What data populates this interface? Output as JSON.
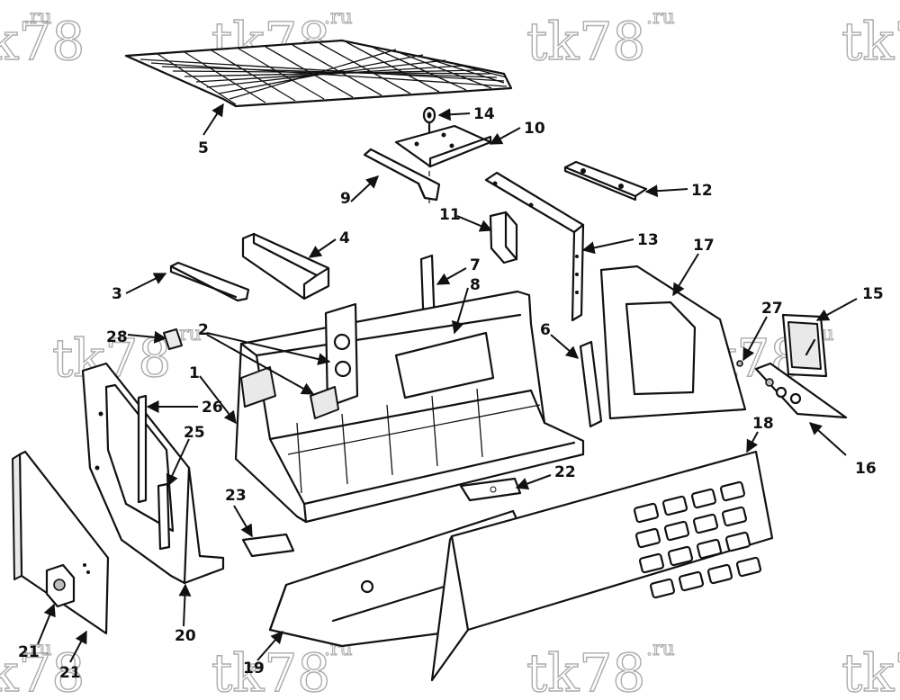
{
  "watermark": {
    "text": "tk78",
    "suffix": ".ru"
  },
  "callouts": [
    {
      "id": "c1",
      "text": "1"
    },
    {
      "id": "c2",
      "text": "2"
    },
    {
      "id": "c3",
      "text": "3"
    },
    {
      "id": "c4",
      "text": "4"
    },
    {
      "id": "c5",
      "text": "5"
    },
    {
      "id": "c6",
      "text": "6"
    },
    {
      "id": "c7",
      "text": "7"
    },
    {
      "id": "c8",
      "text": "8"
    },
    {
      "id": "c9",
      "text": "9"
    },
    {
      "id": "c10",
      "text": "10"
    },
    {
      "id": "c11",
      "text": "11"
    },
    {
      "id": "c12",
      "text": "12"
    },
    {
      "id": "c13",
      "text": "13"
    },
    {
      "id": "c14",
      "text": "14"
    },
    {
      "id": "c15",
      "text": "15"
    },
    {
      "id": "c16",
      "text": "16"
    },
    {
      "id": "c17",
      "text": "17"
    },
    {
      "id": "c18",
      "text": "18"
    },
    {
      "id": "c19",
      "text": "19"
    },
    {
      "id": "c20",
      "text": "20"
    },
    {
      "id": "c21a",
      "text": "21"
    },
    {
      "id": "c21b",
      "text": "21"
    },
    {
      "id": "c22",
      "text": "22"
    },
    {
      "id": "c23",
      "text": "23"
    },
    {
      "id": "c25",
      "text": "25"
    },
    {
      "id": "c26",
      "text": "26"
    },
    {
      "id": "c27",
      "text": "27"
    },
    {
      "id": "c28",
      "text": "28"
    }
  ]
}
